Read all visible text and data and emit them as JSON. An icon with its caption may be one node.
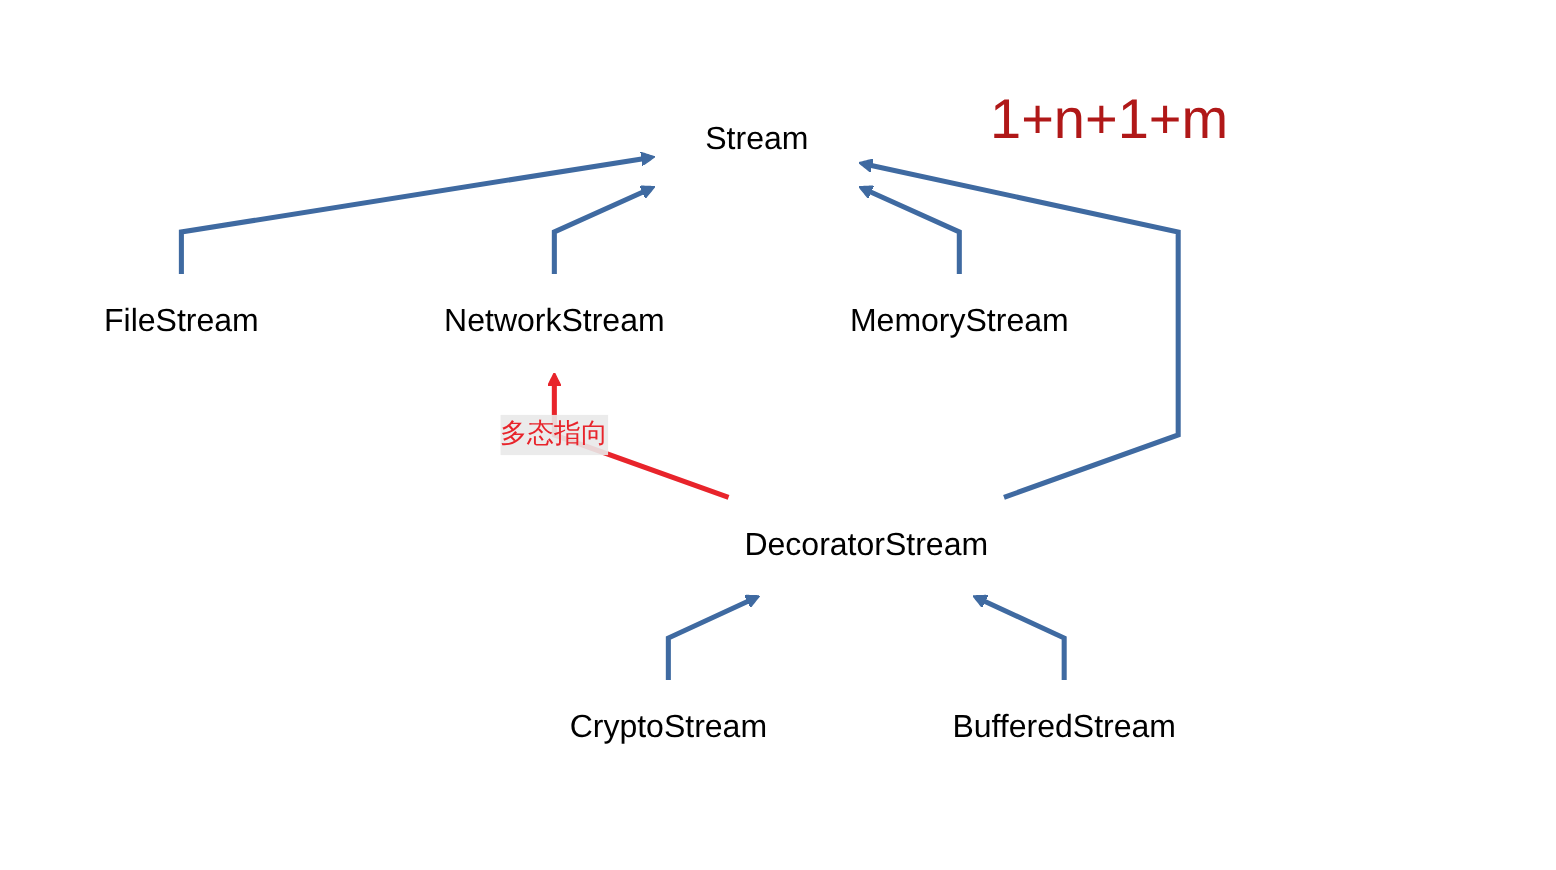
{
  "diagram": {
    "nodes": [
      {
        "text": [
          "Stream"
        ]
      },
      {
        "text": [
          "FileStream"
        ]
      },
      {
        "text": [
          "NetworkStream"
        ]
      },
      {
        "text": [
          "MemoryStream"
        ]
      },
      {
        "text": [
          "DecoratorStream"
        ]
      },
      {
        "text": [
          "CryptoStream"
        ]
      },
      {
        "text": [
          "BufferedStream"
        ]
      }
    ],
    "edges": [
      {
        "from": 1,
        "to": 0,
        "arrow": "to"
      },
      {
        "from": 2,
        "to": 0,
        "arrow": "to"
      },
      {
        "from": 3,
        "to": 0,
        "arrow": "to"
      },
      {
        "from": 4,
        "to": 0,
        "arrow": "to"
      },
      {
        "from": 5,
        "to": 4,
        "arrow": "to"
      },
      {
        "from": 6,
        "to": 4,
        "arrow": "to"
      },
      {
        "from": 4,
        "to": 2,
        "arrow": "to",
        "label": "多态指向",
        "color": "#e8242b"
      }
    ],
    "labels": [
      "1+n+1+m"
    ]
  }
}
